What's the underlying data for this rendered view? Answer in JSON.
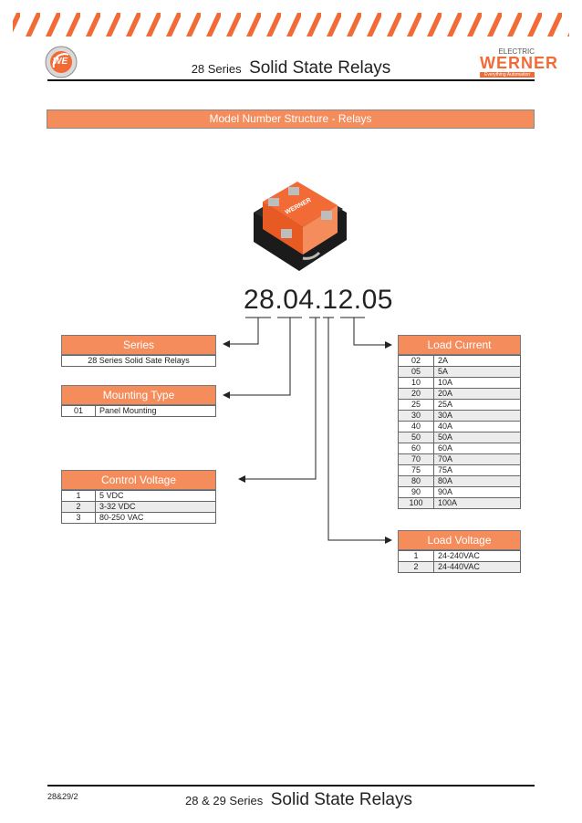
{
  "header": {
    "series_small": "28 Series",
    "series_big": "Solid State Relays",
    "brand_top": "ELECTRIC",
    "brand_name": "WERNER",
    "brand_tagline": "Everything Automation",
    "logo_initials": "WE"
  },
  "banner": {
    "title": "Model Number Structure - Relays"
  },
  "product": {
    "image_label": "WERNER",
    "model_code": "28.04.12.05"
  },
  "tables": {
    "series": {
      "title": "Series",
      "rows": [
        {
          "desc": "28 Series Solid Sate Relays"
        }
      ]
    },
    "mounting": {
      "title": "Mounting Type",
      "rows": [
        {
          "code": "01",
          "desc": "Panel Mounting"
        }
      ]
    },
    "control": {
      "title": "Control Voltage",
      "rows": [
        {
          "code": "1",
          "desc": "5 VDC"
        },
        {
          "code": "2",
          "desc": "3-32 VDC"
        },
        {
          "code": "3",
          "desc": "80-250 VAC"
        }
      ]
    },
    "load_current": {
      "title": "Load Current",
      "rows": [
        {
          "code": "02",
          "desc": "2A"
        },
        {
          "code": "05",
          "desc": "5A"
        },
        {
          "code": "10",
          "desc": "10A"
        },
        {
          "code": "20",
          "desc": "20A"
        },
        {
          "code": "25",
          "desc": "25A"
        },
        {
          "code": "30",
          "desc": "30A"
        },
        {
          "code": "40",
          "desc": "40A"
        },
        {
          "code": "50",
          "desc": "50A"
        },
        {
          "code": "60",
          "desc": "60A"
        },
        {
          "code": "70",
          "desc": "70A"
        },
        {
          "code": "75",
          "desc": "75A"
        },
        {
          "code": "80",
          "desc": "80A"
        },
        {
          "code": "90",
          "desc": "90A"
        },
        {
          "code": "100",
          "desc": "100A"
        }
      ]
    },
    "load_voltage": {
      "title": "Load Voltage",
      "rows": [
        {
          "code": "1",
          "desc": "24-240VAC"
        },
        {
          "code": "2",
          "desc": "24-440VAC"
        }
      ]
    }
  },
  "footer": {
    "page_code": "28&29/2",
    "series_small": "28 & 29 Series",
    "series_big": "Solid State Relays"
  },
  "colors": {
    "accent": "#f58c5c",
    "stripe": "#f26b36",
    "text": "#222222"
  }
}
